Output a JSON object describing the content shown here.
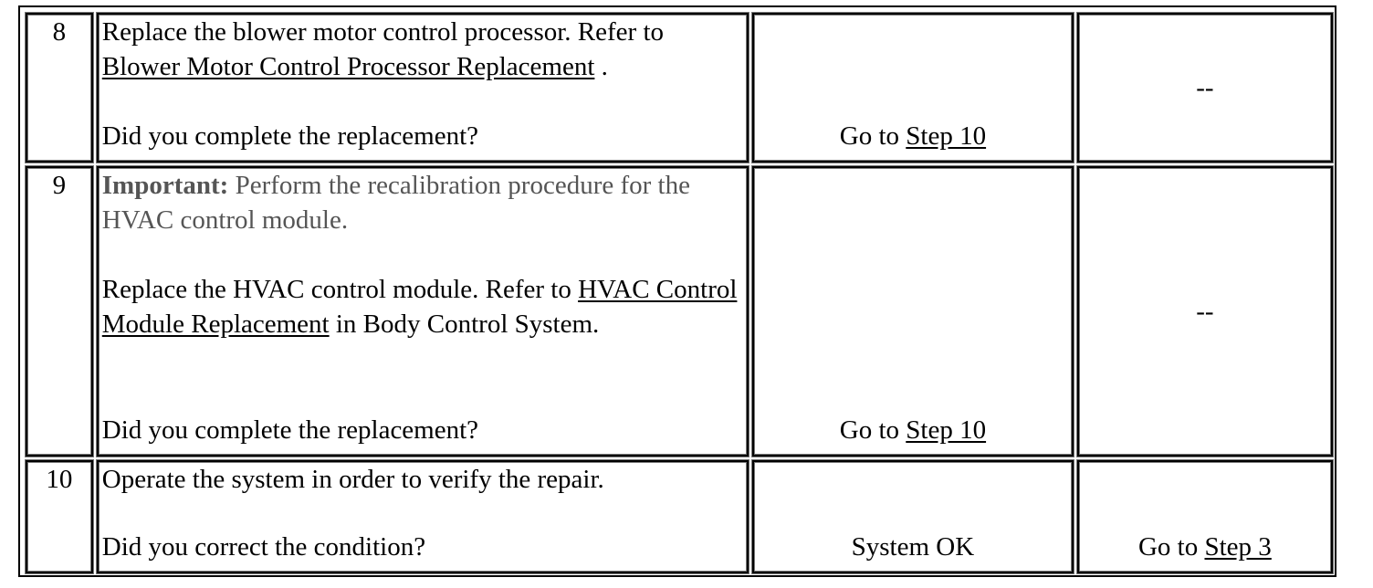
{
  "rows": [
    {
      "step": "8",
      "action_pre": "Replace the blower motor control processor. Refer to ",
      "action_link": "Blower Motor Control Processor Replacement",
      "action_post": " .",
      "question": "Did you complete the replacement?",
      "yes_prefix": "Go to ",
      "yes_link": "Step 10",
      "no_text": "--"
    },
    {
      "step": "9",
      "important_label": "Important:",
      "important_text": "  Perform the recalibration procedure for the HVAC control module.",
      "action_pre": "Replace the HVAC control module. Refer to ",
      "action_link": "HVAC Control Module Replacement",
      "action_post": " in Body Control System.",
      "question": "Did you complete the replacement?",
      "yes_prefix": "Go to ",
      "yes_link": "Step 10",
      "no_text": "--"
    },
    {
      "step": "10",
      "action_text": "Operate the system in order to verify the repair.",
      "question": "Did you correct the condition?",
      "yes_text": "System OK",
      "no_prefix": "Go to ",
      "no_link": "Step 3"
    }
  ]
}
